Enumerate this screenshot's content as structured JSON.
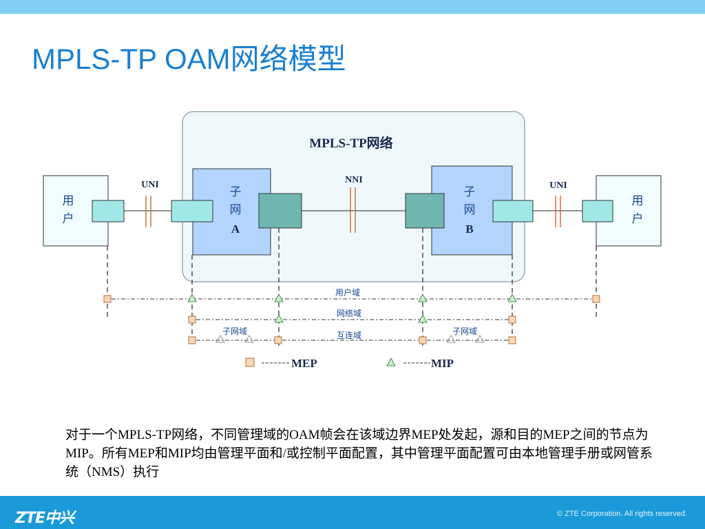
{
  "page": {
    "title": "MPLS-TP OAM网络模型"
  },
  "diagram": {
    "network_label": "MPLS-TP网络",
    "uni_left": "UNI",
    "uni_right": "UNI",
    "nni": "NNI",
    "user_left": [
      "用",
      "户"
    ],
    "user_right": [
      "用",
      "户"
    ],
    "subnet_a": [
      "子",
      "网",
      "A"
    ],
    "subnet_b": [
      "子",
      "网",
      "B"
    ],
    "domain_user": "用户域",
    "domain_network": "网络域",
    "domain_subnet_left": "子网域",
    "domain_interconnect": "互连域",
    "domain_subnet_right": "子网域",
    "legend_mep": "MEP",
    "legend_mip": "MIP",
    "colors": {
      "network_bg": "#eef8fb",
      "subnet_fill": "#b3d4ff",
      "user_fill": "#f0fcfe",
      "port_fill": "#9fe8e6",
      "port_dark": "#6fb6b0",
      "mep_fill": "#f8d8b8",
      "mip_fill": "#c8f0c8",
      "tick": "#c86a30",
      "label_blue": "#1a4a90"
    }
  },
  "description": "对于一个MPLS-TP网络，不同管理域的OAM帧会在该域边界MEP处发起，源和目的MEP之间的节点为MIP。所有MEP和MIP均由管理平面和/或控制平面配置，其中管理平面配置可由本地管理手册或网管系统（NMS）执行",
  "footer": {
    "logo": "ZTE中兴",
    "copyright": "© ZTE Corporation. All rights reserved."
  }
}
